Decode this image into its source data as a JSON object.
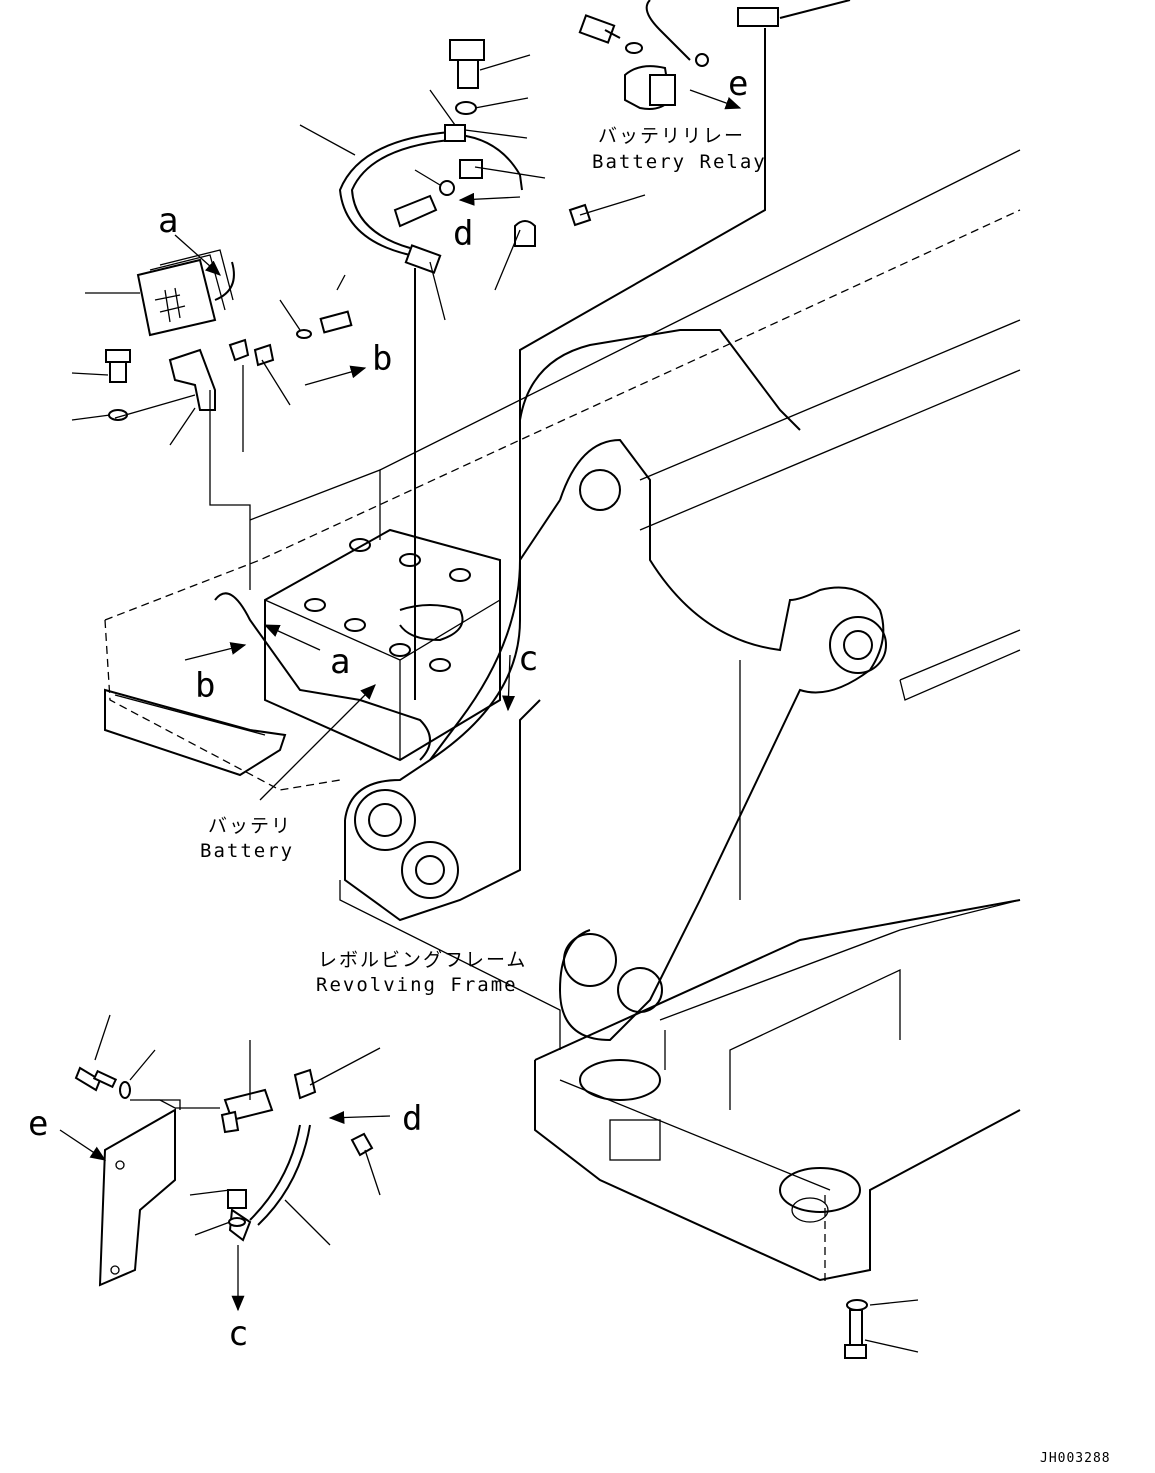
{
  "diagram": {
    "captions": {
      "battery_relay_ja": "バッテリリレー",
      "battery_relay_en": "Battery Relay",
      "battery_ja": "バッテリ",
      "battery_en": "Battery",
      "revolving_frame_ja": "レボルビングフレーム",
      "revolving_frame_en": "Revolving Frame"
    },
    "reference_letters": {
      "a_top": "a",
      "a_mid": "a",
      "b_top": "b",
      "b_mid": "b",
      "c_mid": "c",
      "c_bottom": "c",
      "d_top": "d",
      "d_bottom": "d",
      "e_top": "e",
      "e_bottom": "e"
    },
    "drawing_code": "JH003288"
  }
}
